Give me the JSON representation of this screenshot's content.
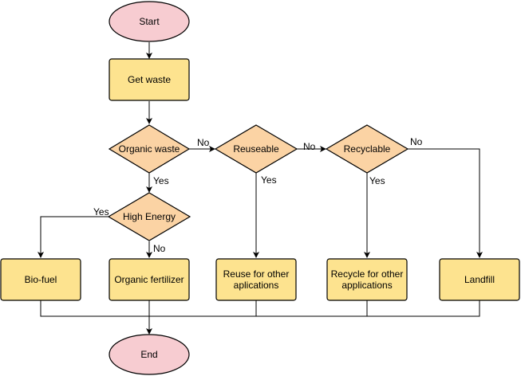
{
  "diagram": {
    "colors": {
      "terminal_fill": "#f7ccd1",
      "process_fill": "#fde38f",
      "decision_fill": "#fbd3a4",
      "stroke": "#000000"
    },
    "nodes": {
      "start": "Start",
      "get_waste": "Get waste",
      "organic_waste": "Organic waste",
      "reuseable": "Reuseable",
      "recyclable": "Recyclable",
      "high_energy": "High Energy",
      "bio_fuel": "Bio-fuel",
      "organic_fertilizer": "Organic fertilizer",
      "reuse_line1": "Reuse for other",
      "reuse_line2": "aplications",
      "recycle_line1": "Recycle for other",
      "recycle_line2": "applications",
      "landfill": "Landfill",
      "end": "End"
    },
    "edge_labels": {
      "organic_no": "No",
      "organic_yes": "Yes",
      "reuse_no": "No",
      "reuse_yes": "Yes",
      "recycle_no": "No",
      "recycle_yes": "Yes",
      "energy_yes": "Yes",
      "energy_no": "No"
    }
  }
}
